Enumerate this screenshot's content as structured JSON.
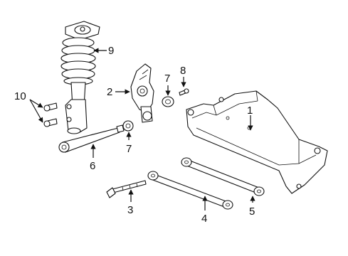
{
  "callouts": {
    "c1": "1",
    "c2": "2",
    "c3": "3",
    "c4": "4",
    "c5": "5",
    "c6": "6",
    "c7a": "7",
    "c7b": "7",
    "c8": "8",
    "c9": "9",
    "c10": "10"
  }
}
